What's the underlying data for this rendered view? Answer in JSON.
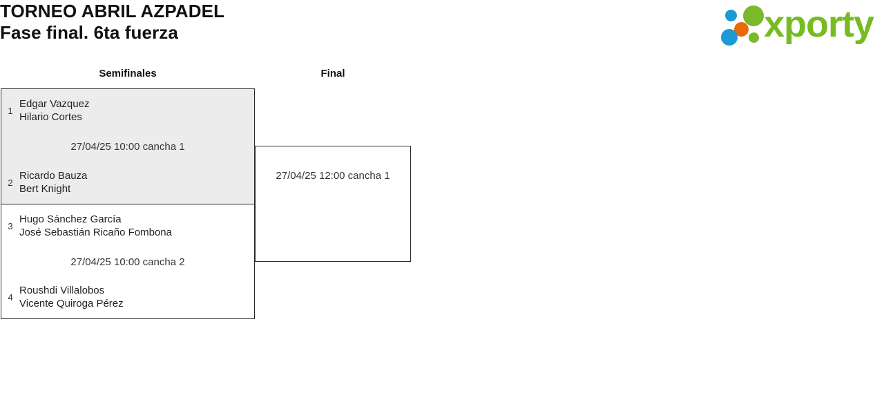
{
  "header": {
    "title_line1": "TORNEO ABRIL AZPADEL",
    "title_line2": "Fase final. 6ta fuerza",
    "logo_text": "xporty",
    "logo_colors": {
      "green": "#76bc21",
      "blue": "#1b9ad6",
      "orange": "#e8690b"
    }
  },
  "bracket": {
    "rounds": [
      {
        "label": "Semifinales"
      },
      {
        "label": "Final"
      }
    ],
    "matches": {
      "semifinal_1": {
        "time": "27/04/25 10:00 cancha 1",
        "top": {
          "seed": "1",
          "player1": "Edgar Vazquez",
          "player2": "Hilario Cortes"
        },
        "bottom": {
          "seed": "2",
          "player1": "Ricardo Bauza",
          "player2": "Bert Knight"
        }
      },
      "semifinal_2": {
        "time": "27/04/25 10:00 cancha 2",
        "top": {
          "seed": "3",
          "player1": "Hugo Sánchez García",
          "player2": "José Sebastián Ricaño Fombona"
        },
        "bottom": {
          "seed": "4",
          "player1": "Roushdi Villalobos",
          "player2": "Vicente Quiroga Pérez"
        }
      },
      "final": {
        "time": "27/04/25 12:00 cancha 1",
        "top": {
          "seed": "",
          "player1": "",
          "player2": ""
        },
        "bottom": {
          "seed": "",
          "player1": "",
          "player2": ""
        }
      }
    }
  }
}
